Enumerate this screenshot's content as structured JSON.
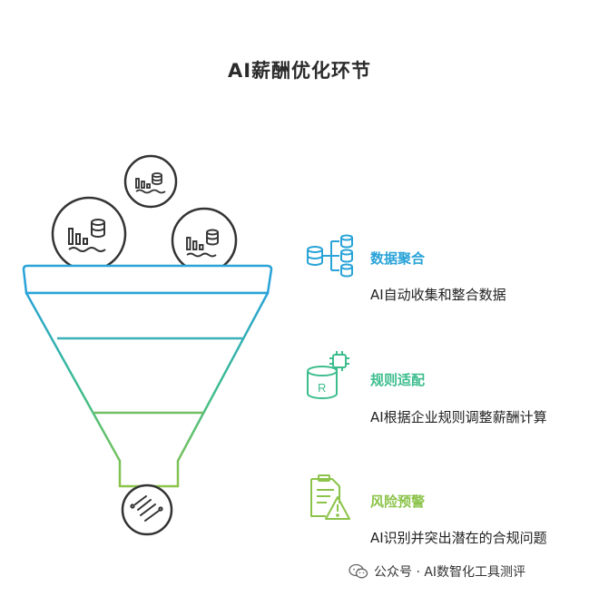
{
  "title": "AI薪酬优化环节",
  "stages": [
    {
      "title": "数据聚合",
      "desc": "AI自动收集和整合数据",
      "color": "#29a3d8",
      "icon": "database-flow-icon"
    },
    {
      "title": "规则适配",
      "desc": "AI根据企业规则调整薪酬计算",
      "color": "#3dbd8e",
      "icon": "rule-chip-icon"
    },
    {
      "title": "风险预警",
      "desc": "AI识别并突出潜在的合规问题",
      "color": "#8cc34a",
      "icon": "document-warning-icon"
    }
  ],
  "chip_label": "R",
  "footer": {
    "text": "公众号 · AI数智化工具测评",
    "icon": "wechat-icon"
  }
}
